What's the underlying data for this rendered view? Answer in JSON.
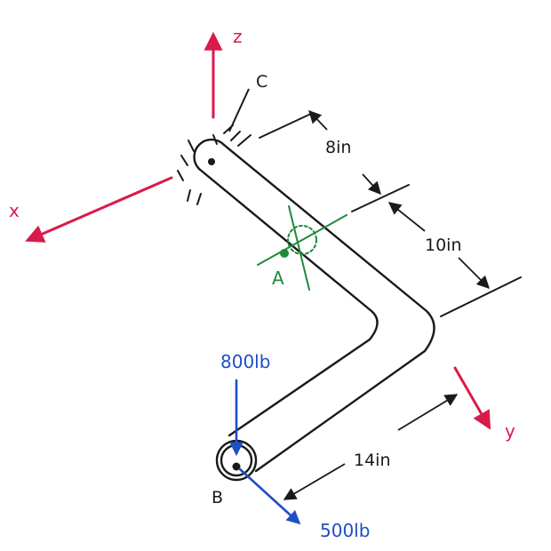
{
  "axes": {
    "z_label": "z",
    "x_label": "x",
    "y_label": "y"
  },
  "points": {
    "c_label": "C",
    "a_label": "A",
    "b_label": "B"
  },
  "dimensions": {
    "d1_label": "8in",
    "d2_label": "10in",
    "d3_label": "14in"
  },
  "loads": {
    "vertical_label": "800lb",
    "diagonal_label": "500lb"
  },
  "colors": {
    "axis": "#d81b4a",
    "section": "#1e8a3a",
    "load": "#1f4fc4",
    "ink": "#1a1a1a"
  }
}
